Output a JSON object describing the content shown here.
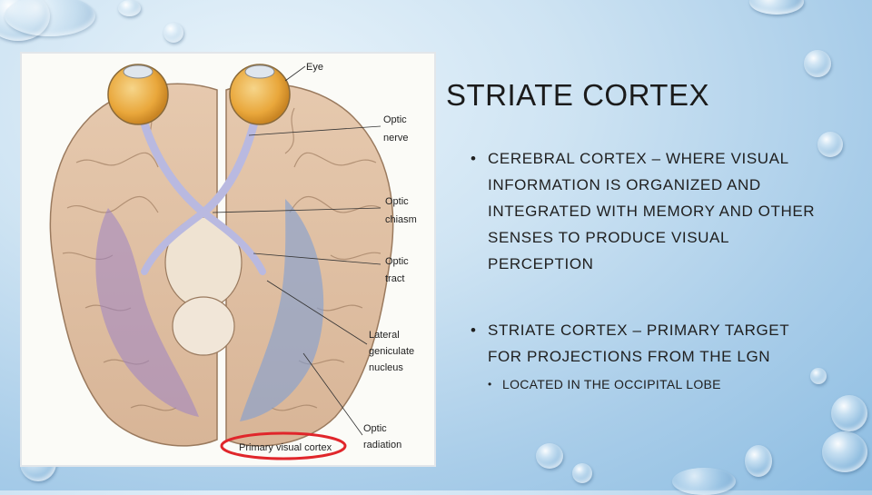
{
  "slide": {
    "title": "STRIATE CORTEX",
    "bullets": [
      {
        "text": "CEREBRAL CORTEX – WHERE VISUAL INFORMATION IS ORGANIZED AND INTEGRATED WITH  MEMORY AND OTHER SENSES TO PRODUCE VISUAL PERCEPTION"
      },
      {
        "text": "STRIATE CORTEX – PRIMARY TARGET FOR PROJECTIONS FROM THE LGN",
        "sub": [
          "LOCATED IN THE OCCIPITAL LOBE"
        ]
      }
    ],
    "bullet_glyph": "•"
  },
  "figure": {
    "labels": {
      "eye": "Eye",
      "optic_nerve": [
        "Optic",
        "nerve"
      ],
      "optic_chiasm": [
        "Optic",
        "chiasm"
      ],
      "optic_tract": [
        "Optic",
        "tract"
      ],
      "lgn": [
        "Lateral",
        "geniculate",
        "nucleus"
      ],
      "optic_radiation": [
        "Optic",
        "radiation"
      ],
      "primary_visual_cortex": "Primary visual cortex"
    },
    "highlight_color": "#e0262b"
  }
}
